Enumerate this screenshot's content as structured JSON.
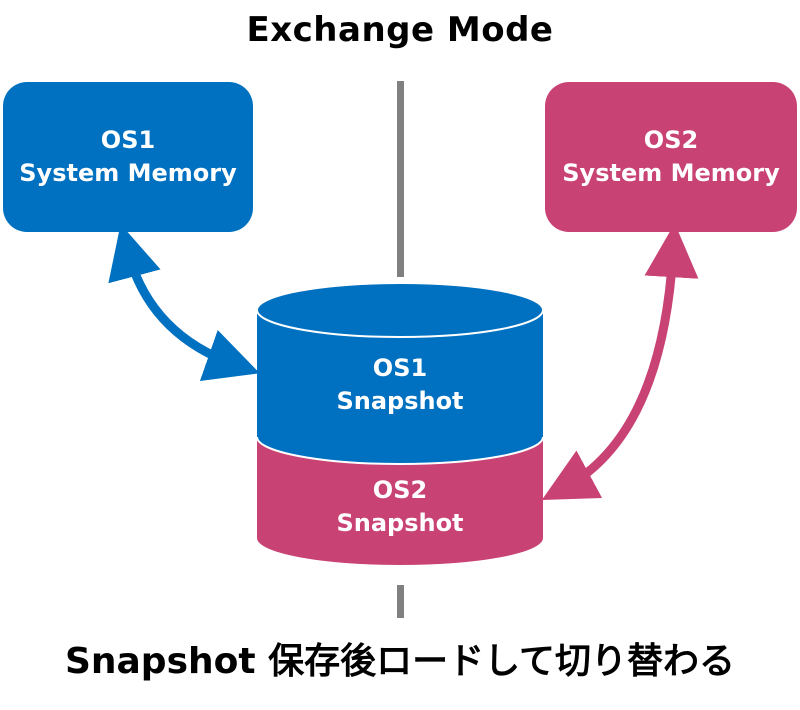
{
  "title": "Exchange Mode",
  "caption": "Snapshot 保存後ロードして切り替わる",
  "colors": {
    "os1": "#0070C0",
    "os2": "#C84273",
    "divider": "#808080",
    "text_on_shape": "#FFFFFF",
    "title_text": "#000000"
  },
  "nodes": {
    "os1_memory": {
      "line1": "OS1",
      "line2": "System Memory"
    },
    "os2_memory": {
      "line1": "OS2",
      "line2": "System Memory"
    },
    "os1_snapshot": {
      "line1": "OS1",
      "line2": "Snapshot"
    },
    "os2_snapshot": {
      "line1": "OS2",
      "line2": "Snapshot"
    }
  },
  "edges": [
    {
      "from": "os1_memory",
      "to": "os1_snapshot",
      "direction": "bidirectional"
    },
    {
      "from": "os2_memory",
      "to": "os2_snapshot",
      "direction": "bidirectional"
    }
  ]
}
